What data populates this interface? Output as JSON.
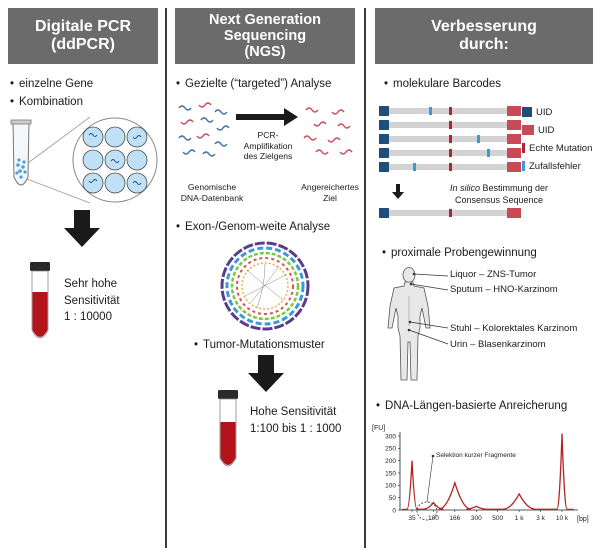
{
  "columns": [
    {
      "header_line1": "Digitale PCR",
      "header_line2": "(ddPCR)",
      "bullets": [
        "einzelne Gene",
        "Kombination"
      ],
      "result_line1": "Sehr hohe",
      "result_line2": "Sensitivität",
      "result_line3": "1 : 10000"
    },
    {
      "header_line1": "Next Generation",
      "header_line2": "Sequencing",
      "header_line3": "(NGS)",
      "bullet_targeted": "Gezielte (“targeted”) Analyse",
      "pcr_line1": "PCR-",
      "pcr_line2": "Amplifikation",
      "pcr_line3": "des Zielgens",
      "db_line1": "Genomische",
      "db_line2": "DNA-Datenbank",
      "target_line1": "Angereichertes",
      "target_line2": "Ziel",
      "bullet_exon": "Exon-/Genom-weite Analyse",
      "bullet_tumor": "Tumor-Mutationsmuster",
      "result_line1": "Hohe Sensitivität",
      "result_line2": "1:100 bis 1 : 1000"
    },
    {
      "header_line1": "Verbesserung",
      "header_line2": "durch:",
      "bullet_barcodes": "molekulare Barcodes",
      "legend": [
        "UID",
        "UID",
        "Echte Mutation",
        "Zufallsfehler"
      ],
      "insilico_italic": "In silico",
      "insilico_rest": " Bestimmung der",
      "consensus": "Consensus Sequence",
      "bullet_proximal": "proximale Probengewinnung",
      "body_labels": [
        "Liquor – ZNS-Tumor",
        "Sputum – HNO-Karzinom",
        "Stuhl – Kolorektales Karzinom",
        "Urin – Blasenkarzinom"
      ],
      "bullet_dna": "DNA-Längen-basierte Anreicherung",
      "chart_annotation": "Selektion kurzer Fragmente"
    }
  ],
  "colors": {
    "header_bg": "#6b6b6b",
    "blood_red": "#b3141c",
    "barcode_blue": "#1f4e7a",
    "barcode_red": "#c84a56",
    "mutation_red": "#b32430",
    "error_blue": "#3a9ad9",
    "trace_red": "#b22222"
  },
  "chart_data": {
    "type": "line",
    "ylabel": "[FU]",
    "xlabel": "[bp]",
    "ylim": [
      0,
      300
    ],
    "yticks": [
      0,
      50,
      100,
      150,
      200,
      250,
      300
    ],
    "xticks": [
      "35",
      "100",
      "166",
      "300",
      "500",
      "1 k",
      "3 k",
      "10 k"
    ],
    "points": [
      {
        "x": "35",
        "y": 200
      },
      {
        "x": "100",
        "y": 30
      },
      {
        "x": "166",
        "y": 110
      },
      {
        "x": "300",
        "y": 15
      },
      {
        "x": "1 k",
        "y": 65
      },
      {
        "x": "10 k",
        "y": 310
      }
    ]
  }
}
